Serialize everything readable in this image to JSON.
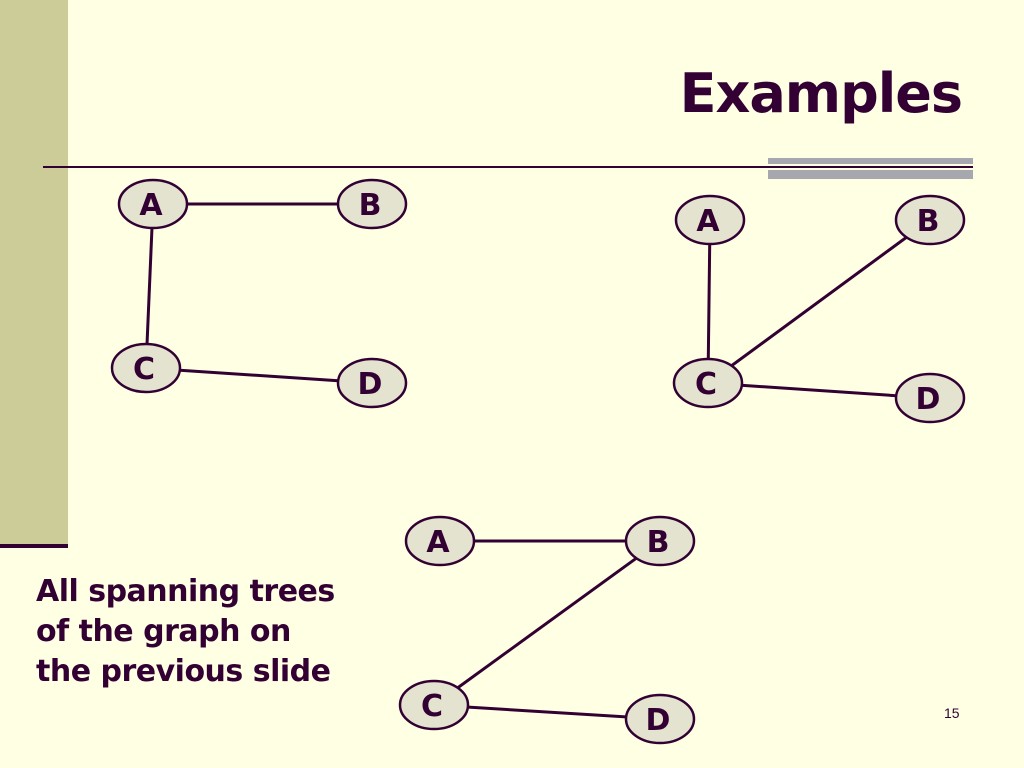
{
  "slide": {
    "title": "Examples",
    "caption_lines": [
      "All spanning trees",
      "of the graph on",
      "the previous slide"
    ],
    "page_number": "15"
  },
  "colors": {
    "background": "#FFFFE3",
    "sidebar": "#CCCC99",
    "text": "#330033",
    "node_fill": "#E3E3D0",
    "accent_band": "#A7A7B0"
  },
  "trees": [
    {
      "nodes": [
        "A",
        "B",
        "C",
        "D"
      ],
      "edges": [
        [
          "A",
          "B"
        ],
        [
          "A",
          "C"
        ],
        [
          "C",
          "D"
        ]
      ]
    },
    {
      "nodes": [
        "A",
        "B",
        "C",
        "D"
      ],
      "edges": [
        [
          "A",
          "C"
        ],
        [
          "B",
          "C"
        ],
        [
          "C",
          "D"
        ]
      ]
    },
    {
      "nodes": [
        "A",
        "B",
        "C",
        "D"
      ],
      "edges": [
        [
          "A",
          "B"
        ],
        [
          "B",
          "C"
        ],
        [
          "C",
          "D"
        ]
      ]
    }
  ]
}
